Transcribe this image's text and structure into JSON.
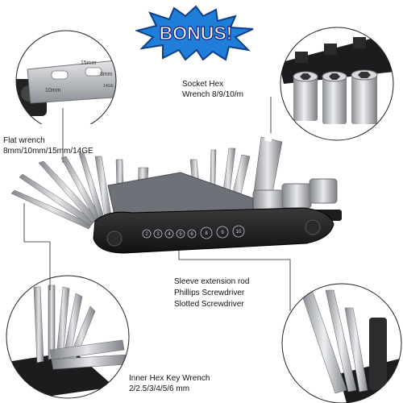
{
  "bonus": {
    "text": "BONUS!",
    "burst_color": "#1f7fd8",
    "text_color": "#ffffff",
    "outline_color": "#1a237e"
  },
  "callouts": {
    "socket": {
      "line1": "Socket Hex",
      "line2": "Wrench 8/9/10/m"
    },
    "flat_wrench": {
      "line1": "Flat wrench",
      "line2": "8mm/10mm/15mm/14GE"
    },
    "sleeve": {
      "line1": "Sleeve extension rod",
      "line2": "Phillips Screwdriver",
      "line3": "Slotted Screwdriver"
    },
    "hex_key": {
      "line1": "Inner Hex Key Wrench",
      "line2": "2/2.5/3/4/5/6 mm"
    }
  },
  "wrench_markings": {
    "left": "10mm",
    "mid": "15mm",
    "right": "8mm",
    "small": "14GE"
  },
  "tool_body_numbers": [
    "2",
    "3",
    "4",
    "5",
    "6",
    "8",
    "9",
    "10"
  ],
  "colors": {
    "metal": "#c9cbcf",
    "metal_dark": "#7d8086",
    "handle": "#1c1c1e",
    "line": "#222222"
  }
}
